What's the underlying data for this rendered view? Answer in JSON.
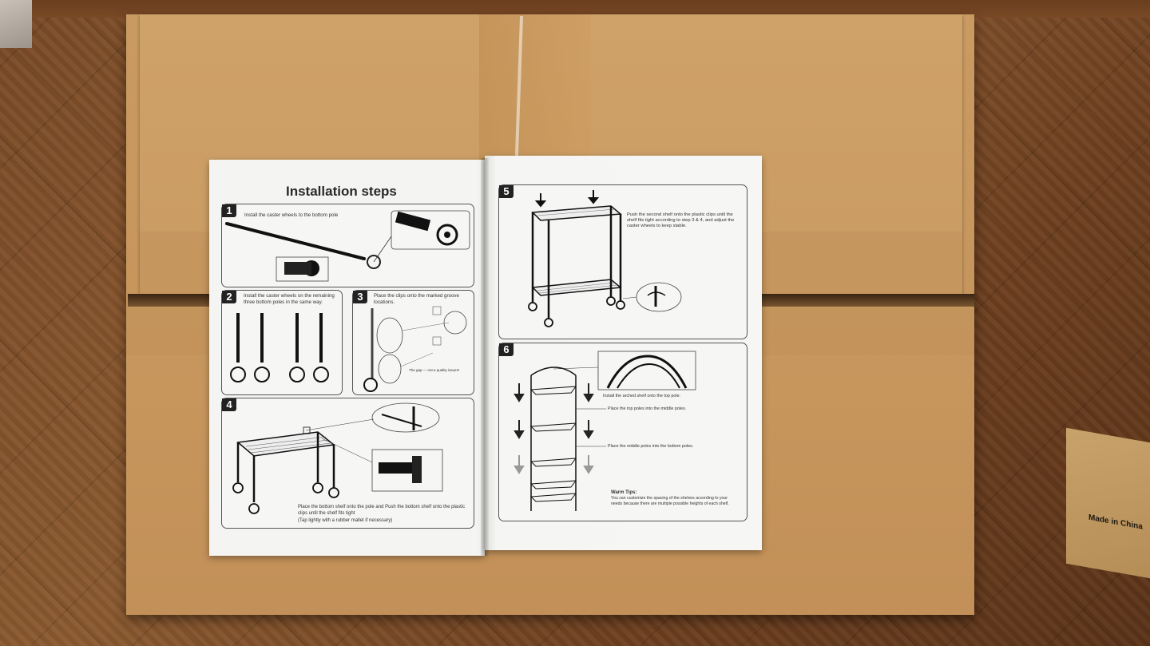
{
  "manual": {
    "title": "Installation steps",
    "steps": [
      {
        "number": "1",
        "text": "Install the caster wheels to the bottom pole"
      },
      {
        "number": "2",
        "text": "Install the caster wheels on the remaining three bottom poles in the same way."
      },
      {
        "number": "3",
        "text": "Place the clips onto the marked groove locations.",
        "note": "The gap — not a quality issue!!!"
      },
      {
        "number": "4",
        "text": "Place the bottom shelf onto the pole and Push the bottom shelf onto the plastic clips until the shelf fits tight",
        "note": "(Tap lightly with a rubber mallet if necessary)"
      },
      {
        "number": "5",
        "text": "Push the second shelf onto the plastic clips until the shelf fits tight according to step 3 & 4, and adjust the caster wheels to keep stable."
      },
      {
        "number": "6",
        "text_top": "Install the arched shelf onto the top pole.",
        "text_mid": "Place the top poles into the middle poles.",
        "text_bottom": "Place the middle poles into the bottom poles.",
        "tips_title": "Warm Tips:",
        "tips": "You can customize the spacing of the shelves according to your needs because there are multiple possible heights of each shelf."
      }
    ]
  },
  "small_box": {
    "made_in": "Made in China"
  }
}
